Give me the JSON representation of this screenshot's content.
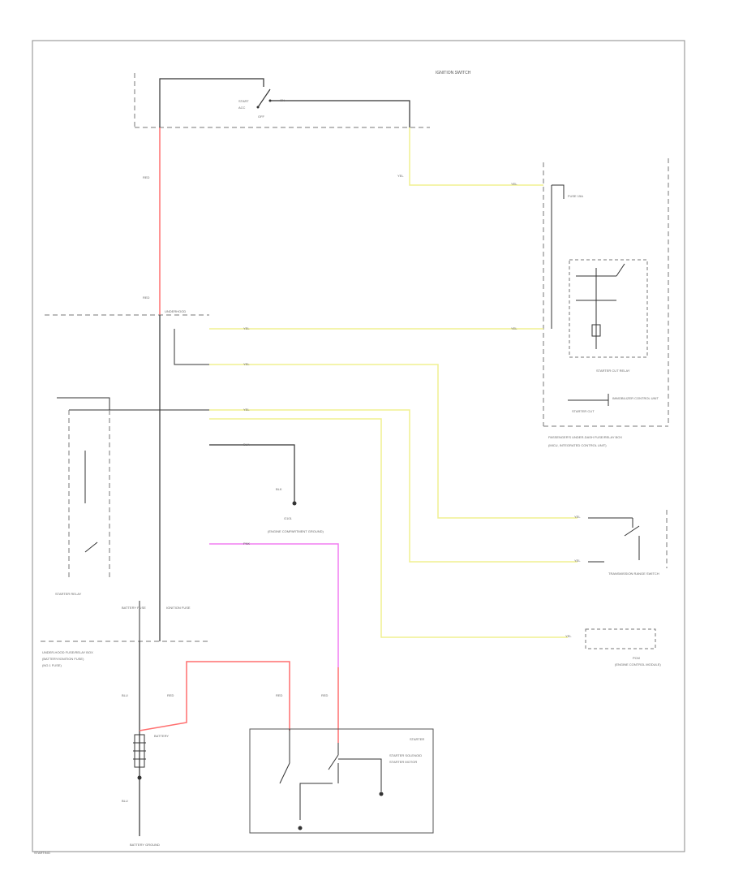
{
  "diagram": {
    "labels": {
      "ignition_switch": "IGNITION SWITCH",
      "start": "START",
      "off": "OFF",
      "acc": "ACC",
      "on": "ON",
      "red_top": "RED",
      "red_mid": "RED",
      "yel_top": "YEL",
      "yel_fuse": "YEL",
      "fuse": "FUSE 15A",
      "wire_yel_1": "YEL",
      "wire_yel_2": "YEL",
      "wire_yel_3": "YEL",
      "wire_yel_4": "YEL",
      "wire_yel_5": "YEL",
      "wire_yel_6": "YEL",
      "wire_yel_7": "YEL",
      "wire_blk": "BLK",
      "wire_blk_2": "BLK",
      "wire_pnk": "PNK",
      "wire_blu": "BLU",
      "wire_blu_2": "BLU",
      "wire_red_1": "RED",
      "wire_red_2": "RED",
      "wire_red_3": "RED",
      "conn_a": "UNDERHOOD",
      "start_relay": "STARTER RELAY",
      "starter_cut_relay": "STARTER CUT RELAY",
      "underhood_box_title": "PASSENGER'S UNDER-DASH FUSE/RELAY BOX",
      "underhood_box_sub": "(MICU, INTEGRATED CONTROL UNIT)",
      "immobilizer": "IMMOBILIZER CONTROL UNIT",
      "transmission_range": "TRANSMISSION RANGE SWITCH",
      "pcm": "PCM",
      "pcm_sub": "(ENGINE CONTROL MODULE)",
      "starter_cut": "STARTER CUT",
      "gnd_label": "G101",
      "ground_desc": "(ENGINE COMPARTMENT GROUND)",
      "engine_box_title": "UNDER-HOOD FUSE/RELAY BOX",
      "engine_box_sub": "(BATTERY/IGNITION FUSE)",
      "engine_box_sub2": "(NO.1 FUSE)",
      "fuse_100": "BATTERY FUSE",
      "fuse_101": "IGNITION FUSE",
      "battery": "BATTERY",
      "battery_ground": "BATTERY GROUND",
      "starter_motor": "STARTER MOTOR",
      "starter_box": "STARTER",
      "starter_solenoid": "STARTER SOLENOID",
      "footer": "STARTING"
    },
    "colors": {
      "red": "#ff6f6f",
      "yellow": "#f3f39a",
      "pink": "#f27ef2",
      "line": "#333333",
      "dash": "#777777"
    }
  }
}
